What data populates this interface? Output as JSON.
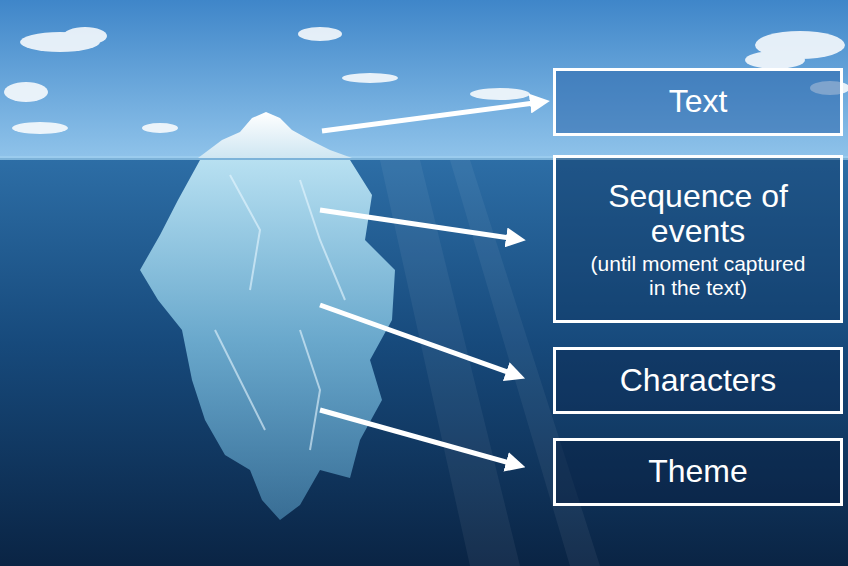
{
  "diagram": {
    "nodes": [
      {
        "text": [
          "Text"
        ]
      },
      {
        "text": [
          "Sequence of events",
          "(until moment captured in the text)"
        ]
      },
      {
        "text": [
          "Characters"
        ]
      },
      {
        "text": [
          "Theme"
        ]
      }
    ]
  }
}
